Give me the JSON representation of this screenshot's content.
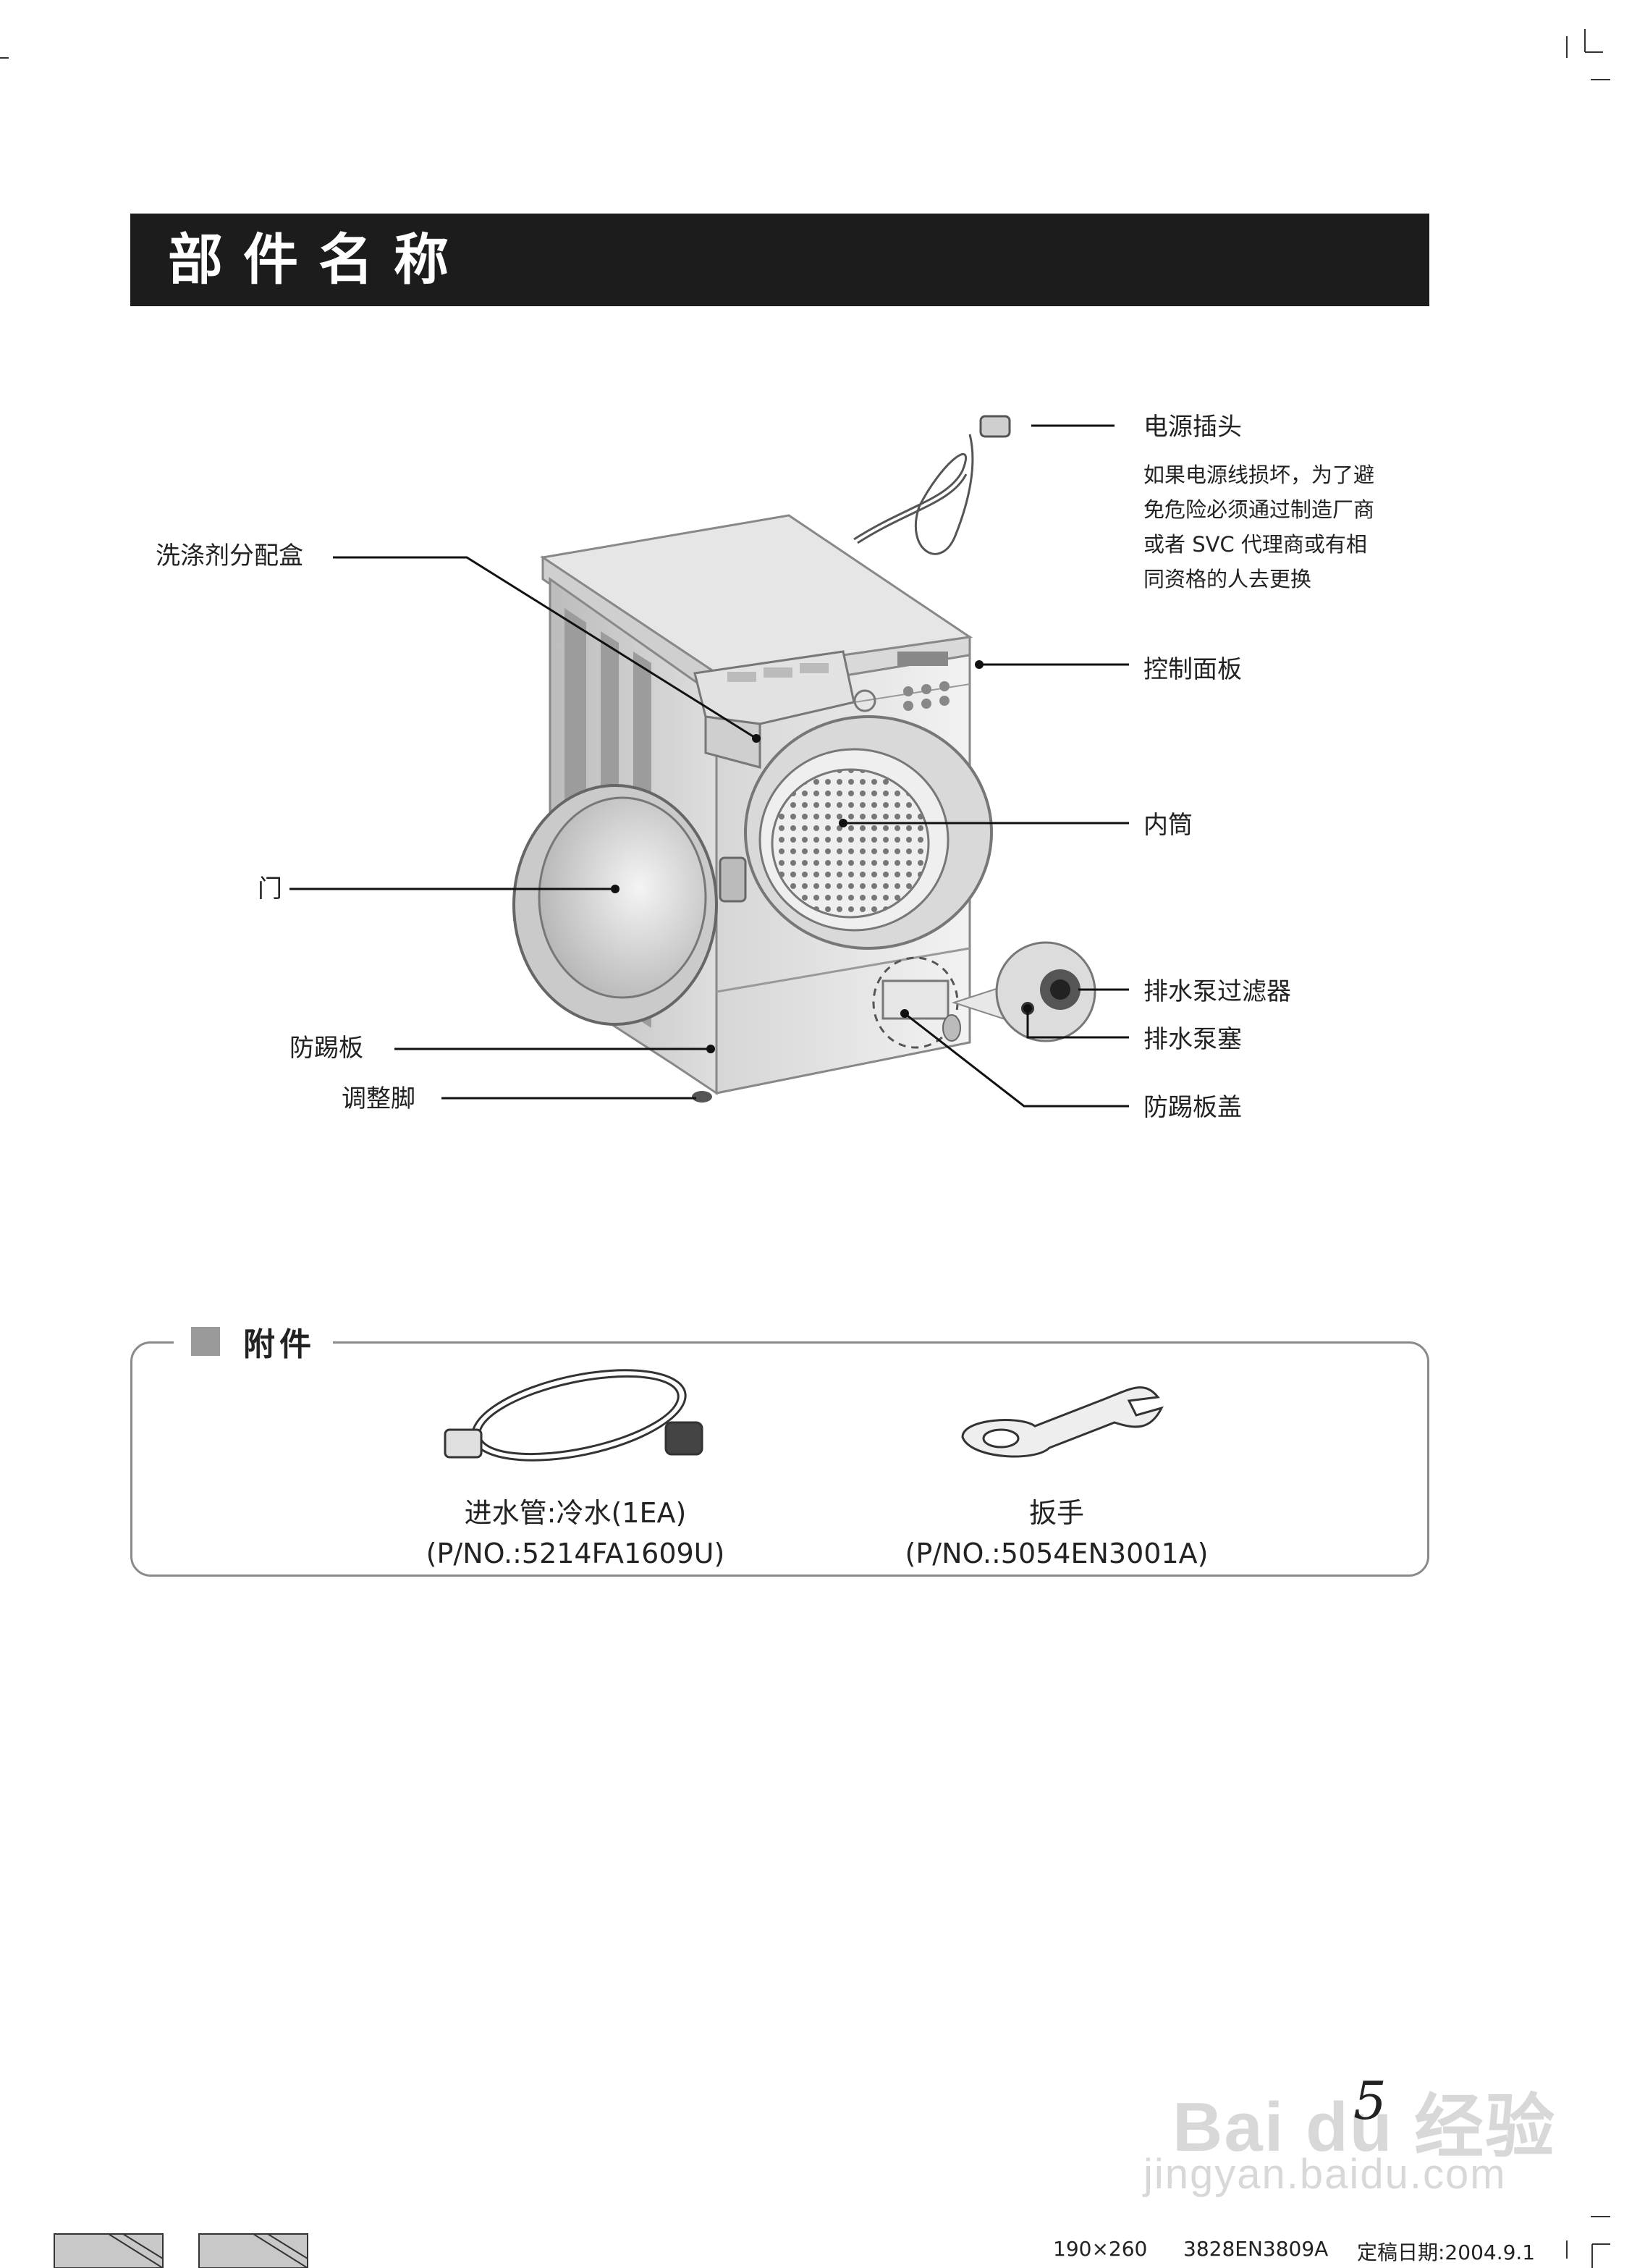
{
  "header": {
    "title": "部件名称"
  },
  "parts": {
    "power_plug": "电源插头",
    "power_note": [
      "如果电源线损坏，为了避",
      "免危险必须通过制造厂商",
      "或者 SVC 代理商或有相",
      "同资格的人去更换"
    ],
    "detergent_box": "洗涤剂分配盒",
    "control_panel": "控制面板",
    "inner_drum": "内筒",
    "door": "门",
    "pump_filter": "排水泵过滤器",
    "pump_plug": "排水泵塞",
    "kick_plate": "防踢板",
    "adjust_foot": "调整脚",
    "kick_plate_cover": "防踢板盖"
  },
  "accessories": {
    "title": "附件",
    "items": [
      {
        "name": "进水管:冷水(1EA)",
        "pno": "(P/NO.:5214FA1609U)"
      },
      {
        "name": "扳手",
        "pno": "(P/NO.:5054EN3001A)"
      }
    ]
  },
  "page": {
    "number": "5"
  },
  "watermark": {
    "brand": "Bai du 经验",
    "url": "jingyan.baidu.com"
  },
  "footer": {
    "size": "190×260",
    "code": "3828EN3809A",
    "date_label": "定稿日期:2004.9.1"
  },
  "colors": {
    "title_bar": "#1c1c1c",
    "accessory_square": "#9a9a9a",
    "watermark": "#d8d8d8"
  }
}
